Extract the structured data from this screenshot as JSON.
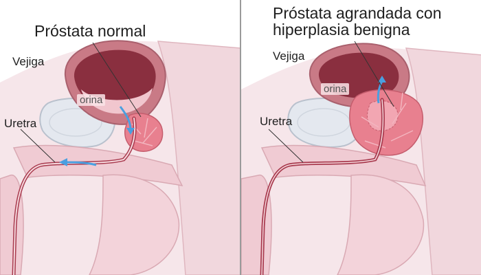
{
  "left": {
    "title": "Próstata normal",
    "bladder": "Vejiga",
    "urethra": "Uretra",
    "urine": "orina"
  },
  "right": {
    "title_line1": "Próstata agrandada con",
    "title_line2": "hiperplasia benigna",
    "bladder": "Vejiga",
    "urethra": "Uretra",
    "urine": "orina"
  },
  "colors": {
    "skin": "#f3dde2",
    "skin_outline": "#d9a9b3",
    "bladder_wall": "#c97a86",
    "bladder_inner": "#8a2f3f",
    "prostate": "#e8808f",
    "urethra": "#a83a4e",
    "bone": "#e4e8ef",
    "flow_arrow": "#4a9fe0",
    "divider": "#9a9a9a"
  }
}
